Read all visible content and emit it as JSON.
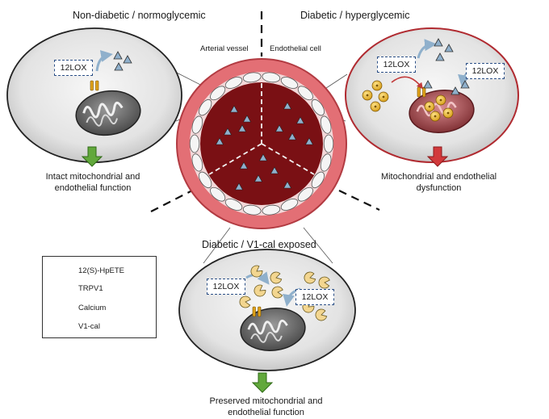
{
  "titles": {
    "top_left": "Non-diabetic / normoglycemic",
    "top_right": "Diabetic / hyperglycemic",
    "bottom": "Diabetic / V1-cal exposed"
  },
  "vessel": {
    "arterial_label": "Arterial vessel",
    "endothelial_label": "Endothelial cell"
  },
  "panels": {
    "left_box": "12LOX",
    "right_box_a": "12LOX",
    "right_box_b": "12LOX",
    "bottom_box_a": "12LOX",
    "bottom_box_b": "12LOX",
    "calcium_symbol": "Ca"
  },
  "outcomes": {
    "left": [
      "Intact mitochondrial and",
      "endothelial function"
    ],
    "right": [
      "Mitochondrial and endothelial",
      "dysfunction"
    ],
    "bottom": [
      "Preserved mitochondrial and",
      "endothelial function"
    ]
  },
  "legend": {
    "items": [
      {
        "label": "12(S)-HpETE",
        "icon": "triangle-icon"
      },
      {
        "label": "TRPV1",
        "icon": "channel-icon"
      },
      {
        "label": "Calcium",
        "icon": "calcium-icon"
      },
      {
        "label": "V1-cal",
        "icon": "pacman-icon"
      }
    ]
  },
  "colors": {
    "lumen": "#7a1014",
    "vessel_wall": "#e36f75",
    "triangle": "#8fb0cc",
    "box_border": "#2b4f86",
    "green_arrow": "#62a83c",
    "red_arrow": "#d2393b",
    "calcium": "#e9b52a",
    "trpv1": "#e0a21a"
  }
}
